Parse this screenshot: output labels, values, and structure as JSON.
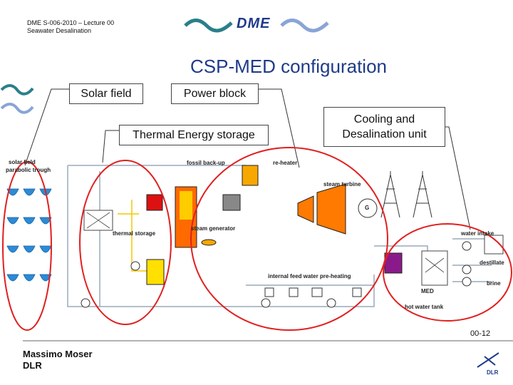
{
  "header": {
    "line1": "DME S-006-2010 – Lecture 00",
    "line2": "Seawater Desalination"
  },
  "logo": {
    "text": "DME"
  },
  "slide_title": "CSP-MED configuration",
  "boxes": {
    "solar_field": "Solar field",
    "power_block": "Power block",
    "thermal_storage": "Thermal Energy storage",
    "cooling_line1": "Cooling and",
    "cooling_line2": "Desalination unit"
  },
  "diagram_labels": {
    "solar_field_line1": "solar field",
    "solar_field_line2": "parabolic trough",
    "fossil_backup": "fossil back-up",
    "reheater": "re-heater",
    "steam_turbine": "steam turbine",
    "generator": "G",
    "thermal_storage": "thermal storage",
    "steam_generator": "steam generator",
    "internal_feed_water": "internal feed water pre-heating",
    "water_intake": "water intake",
    "destillate": "destillate",
    "brine": "brine",
    "med": "MED",
    "hot_water_tank": "hot water tank"
  },
  "slide_number": "00-12",
  "footer": {
    "name_line1": "Massimo Moser",
    "name_line2": "DLR"
  },
  "dlr_logo_text": "DLR",
  "colors": {
    "brand_blue": "#1e3a8a",
    "wave_teal": "#2a7f8a",
    "wave_light": "#8aa4d6",
    "highlight_red": "#e02020",
    "panel_blue": "#2b8bd6"
  }
}
